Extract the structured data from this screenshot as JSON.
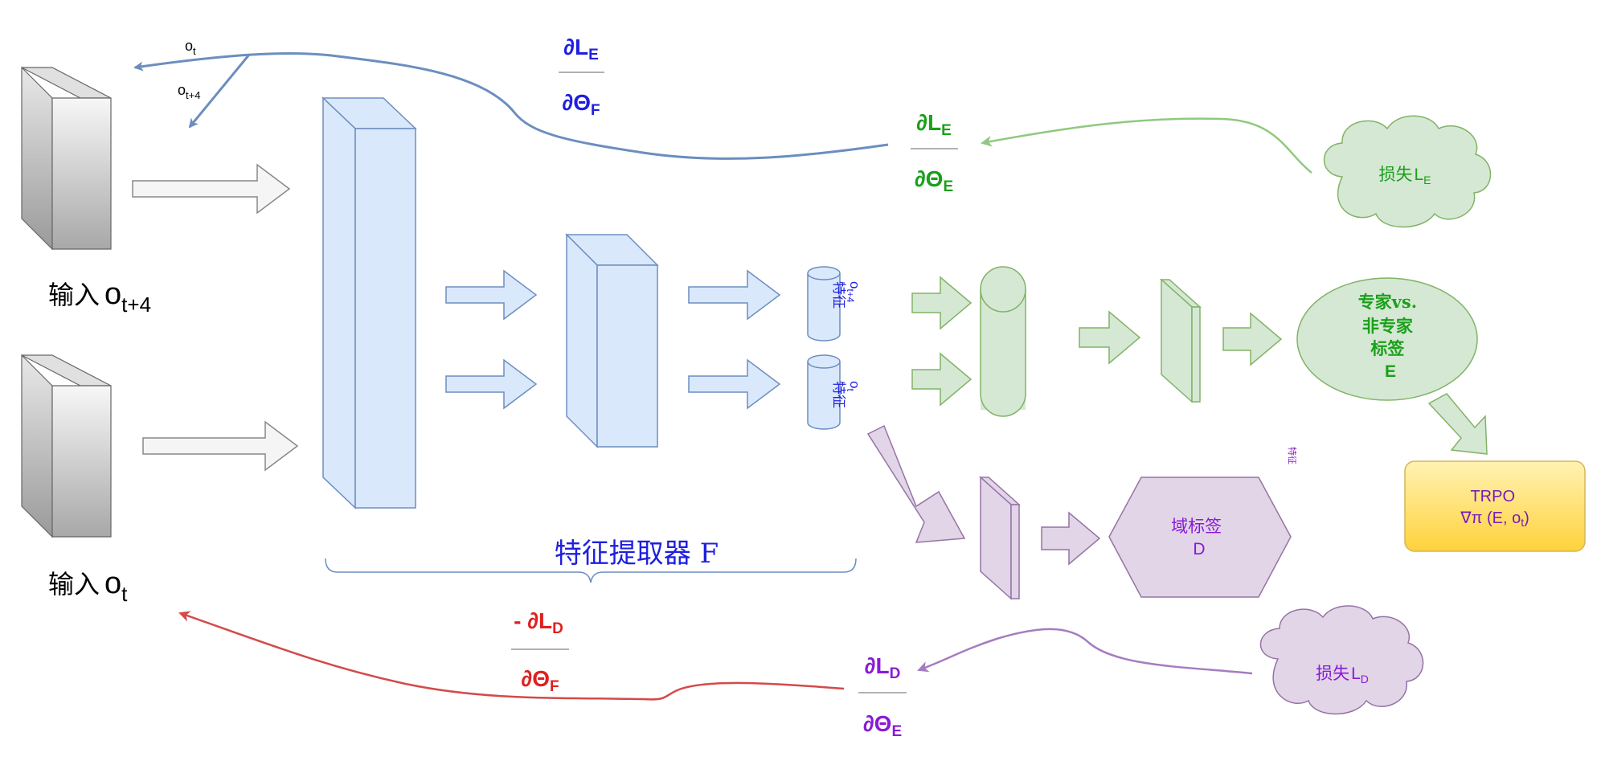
{
  "inputs": {
    "top_label": "输入",
    "top_sym": "o",
    "top_sub": "t+4",
    "bottom_label": "输入",
    "bottom_sym": "o",
    "bottom_sub": "t"
  },
  "inputs_arrow_labels": {
    "ot_sym": "o",
    "ot_sub": "t",
    "ot4_sym": "o",
    "ot4_sub": "t+4"
  },
  "feature_extractor": {
    "label": "特征提取器 F"
  },
  "features": {
    "top_sym": "o",
    "top_sub": "t+4",
    "top_text": "特征",
    "bottom_sym": "o",
    "bottom_sub": "t",
    "bottom_text": "特征",
    "small_text": "特征"
  },
  "grad_top": {
    "num_sym": "∂L",
    "num_sub": "E",
    "den_sym": "∂Θ",
    "den_sub": "F"
  },
  "grad_e": {
    "num_sym": "∂L",
    "num_sub": "E",
    "den_sym": "∂Θ",
    "den_sub": "E"
  },
  "grad_bottom": {
    "num_sym": "- ∂L",
    "num_sub": "D",
    "den_sym": "∂Θ",
    "den_sub": "F"
  },
  "grad_d": {
    "num_sym": "∂L",
    "num_sub": "D",
    "den_sym": "∂Θ",
    "den_sub": "E"
  },
  "loss_e": {
    "text": "损失",
    "sym": "L",
    "sub": "E"
  },
  "loss_d": {
    "text": "损失",
    "sym": "L",
    "sub": "D"
  },
  "expert_label": {
    "line1": "专家vs.",
    "line2": "非专家",
    "line3": "标签",
    "line4": "E"
  },
  "domain_label": {
    "line1": "域标签",
    "line2": "D"
  },
  "trpo": {
    "line1": "TRPO",
    "line2_a": "∇π (E, o",
    "line2_sub": "t",
    "line2_b": ")"
  },
  "colors": {
    "blue_fill": "#dae8fc",
    "blue_stroke": "#6c8ebf",
    "green_fill": "#d5e8d4",
    "green_stroke": "#82b366",
    "purple_fill": "#e1d5e7",
    "purple_stroke": "#9673a6",
    "gray_stroke": "#666666",
    "text_blue": "#1f1fe0",
    "text_green": "#1aa01a",
    "text_red": "#e02020",
    "text_purple": "#8a1ad6",
    "trpo_fill": "#ffe680",
    "trpo_stroke": "#d6b656"
  }
}
